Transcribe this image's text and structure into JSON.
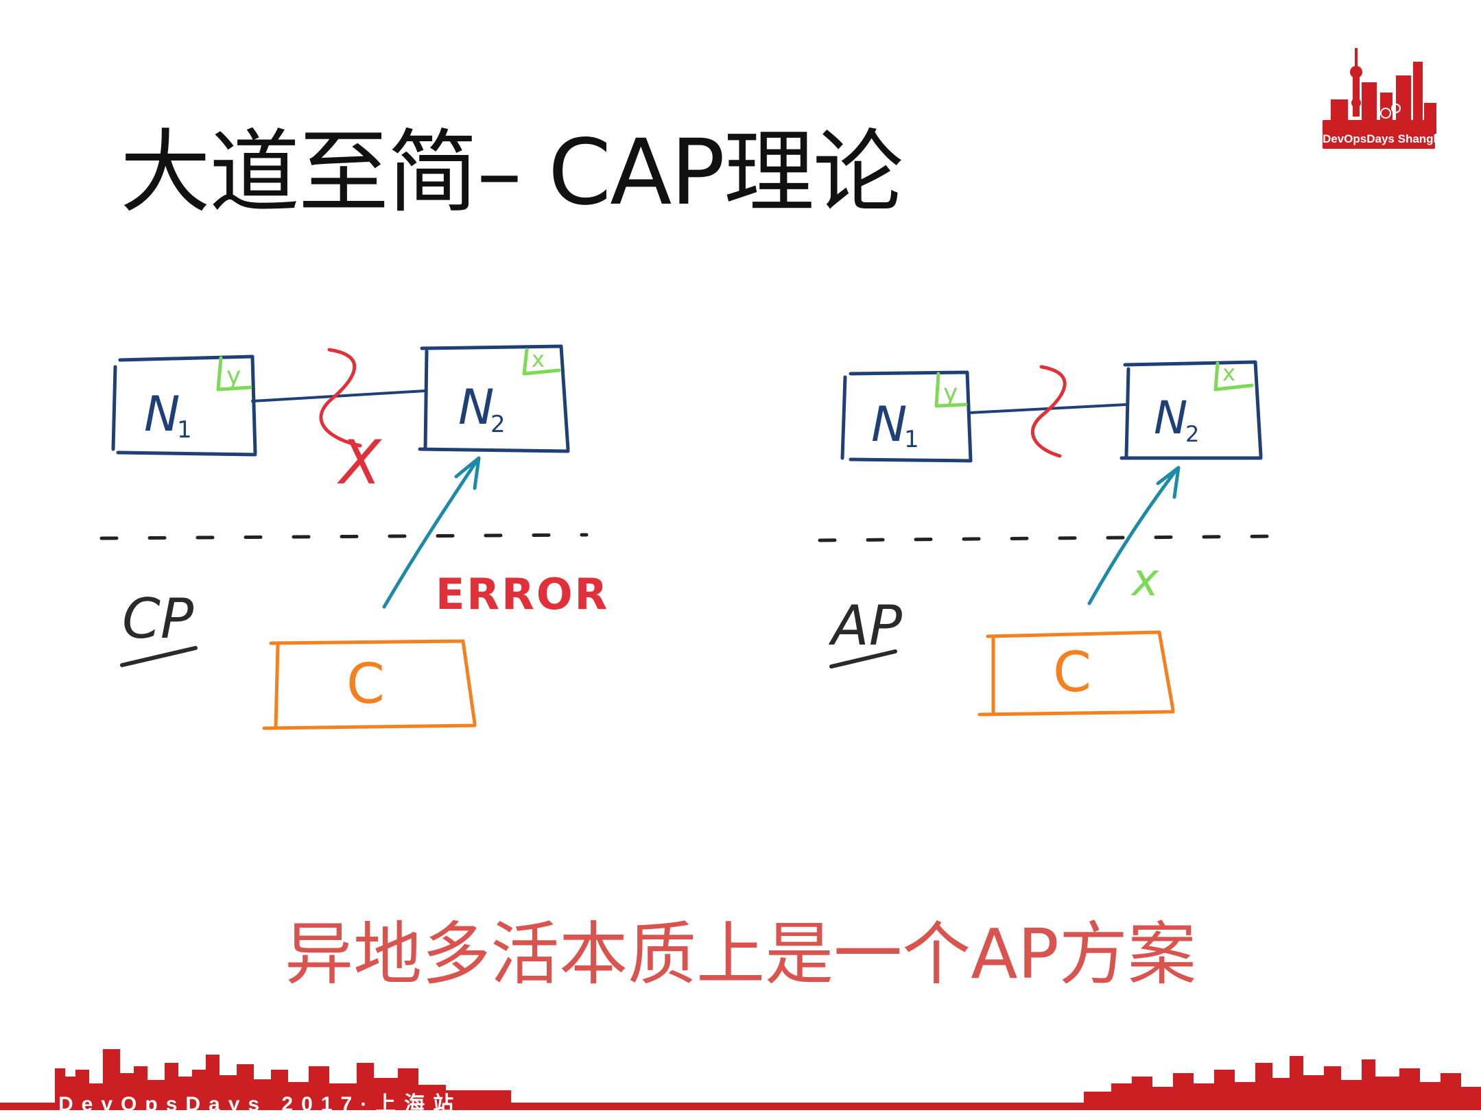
{
  "slide": {
    "title": "大道至简– CAP理论",
    "conclusion": "异地多活本质上是一个AP方案"
  },
  "logo": {
    "text": "DevOpsDays Shanghai",
    "color": "#cc1f24"
  },
  "footer": {
    "text": "DevOpsDays 2017·上海站",
    "color": "#cc1f24"
  },
  "diagram": {
    "left": {
      "label": "CP",
      "node1": {
        "label": "N",
        "sub": "1",
        "tag": "y"
      },
      "node2": {
        "label": "N",
        "sub": "2",
        "tag": "x"
      },
      "client": {
        "label": "C"
      },
      "partition_mark": "X",
      "response": "ERROR"
    },
    "right": {
      "label": "AP",
      "node1": {
        "label": "N",
        "sub": "1",
        "tag": "y"
      },
      "node2": {
        "label": "N",
        "sub": "2",
        "tag": "x"
      },
      "client": {
        "label": "C"
      },
      "response": "x"
    },
    "colors": {
      "node": "#1f3f77",
      "tag": "#7ed957",
      "partition": "#e0303a",
      "request": "#1d8aa6",
      "client": "#f4811f",
      "label": "#2a2a2a"
    }
  }
}
